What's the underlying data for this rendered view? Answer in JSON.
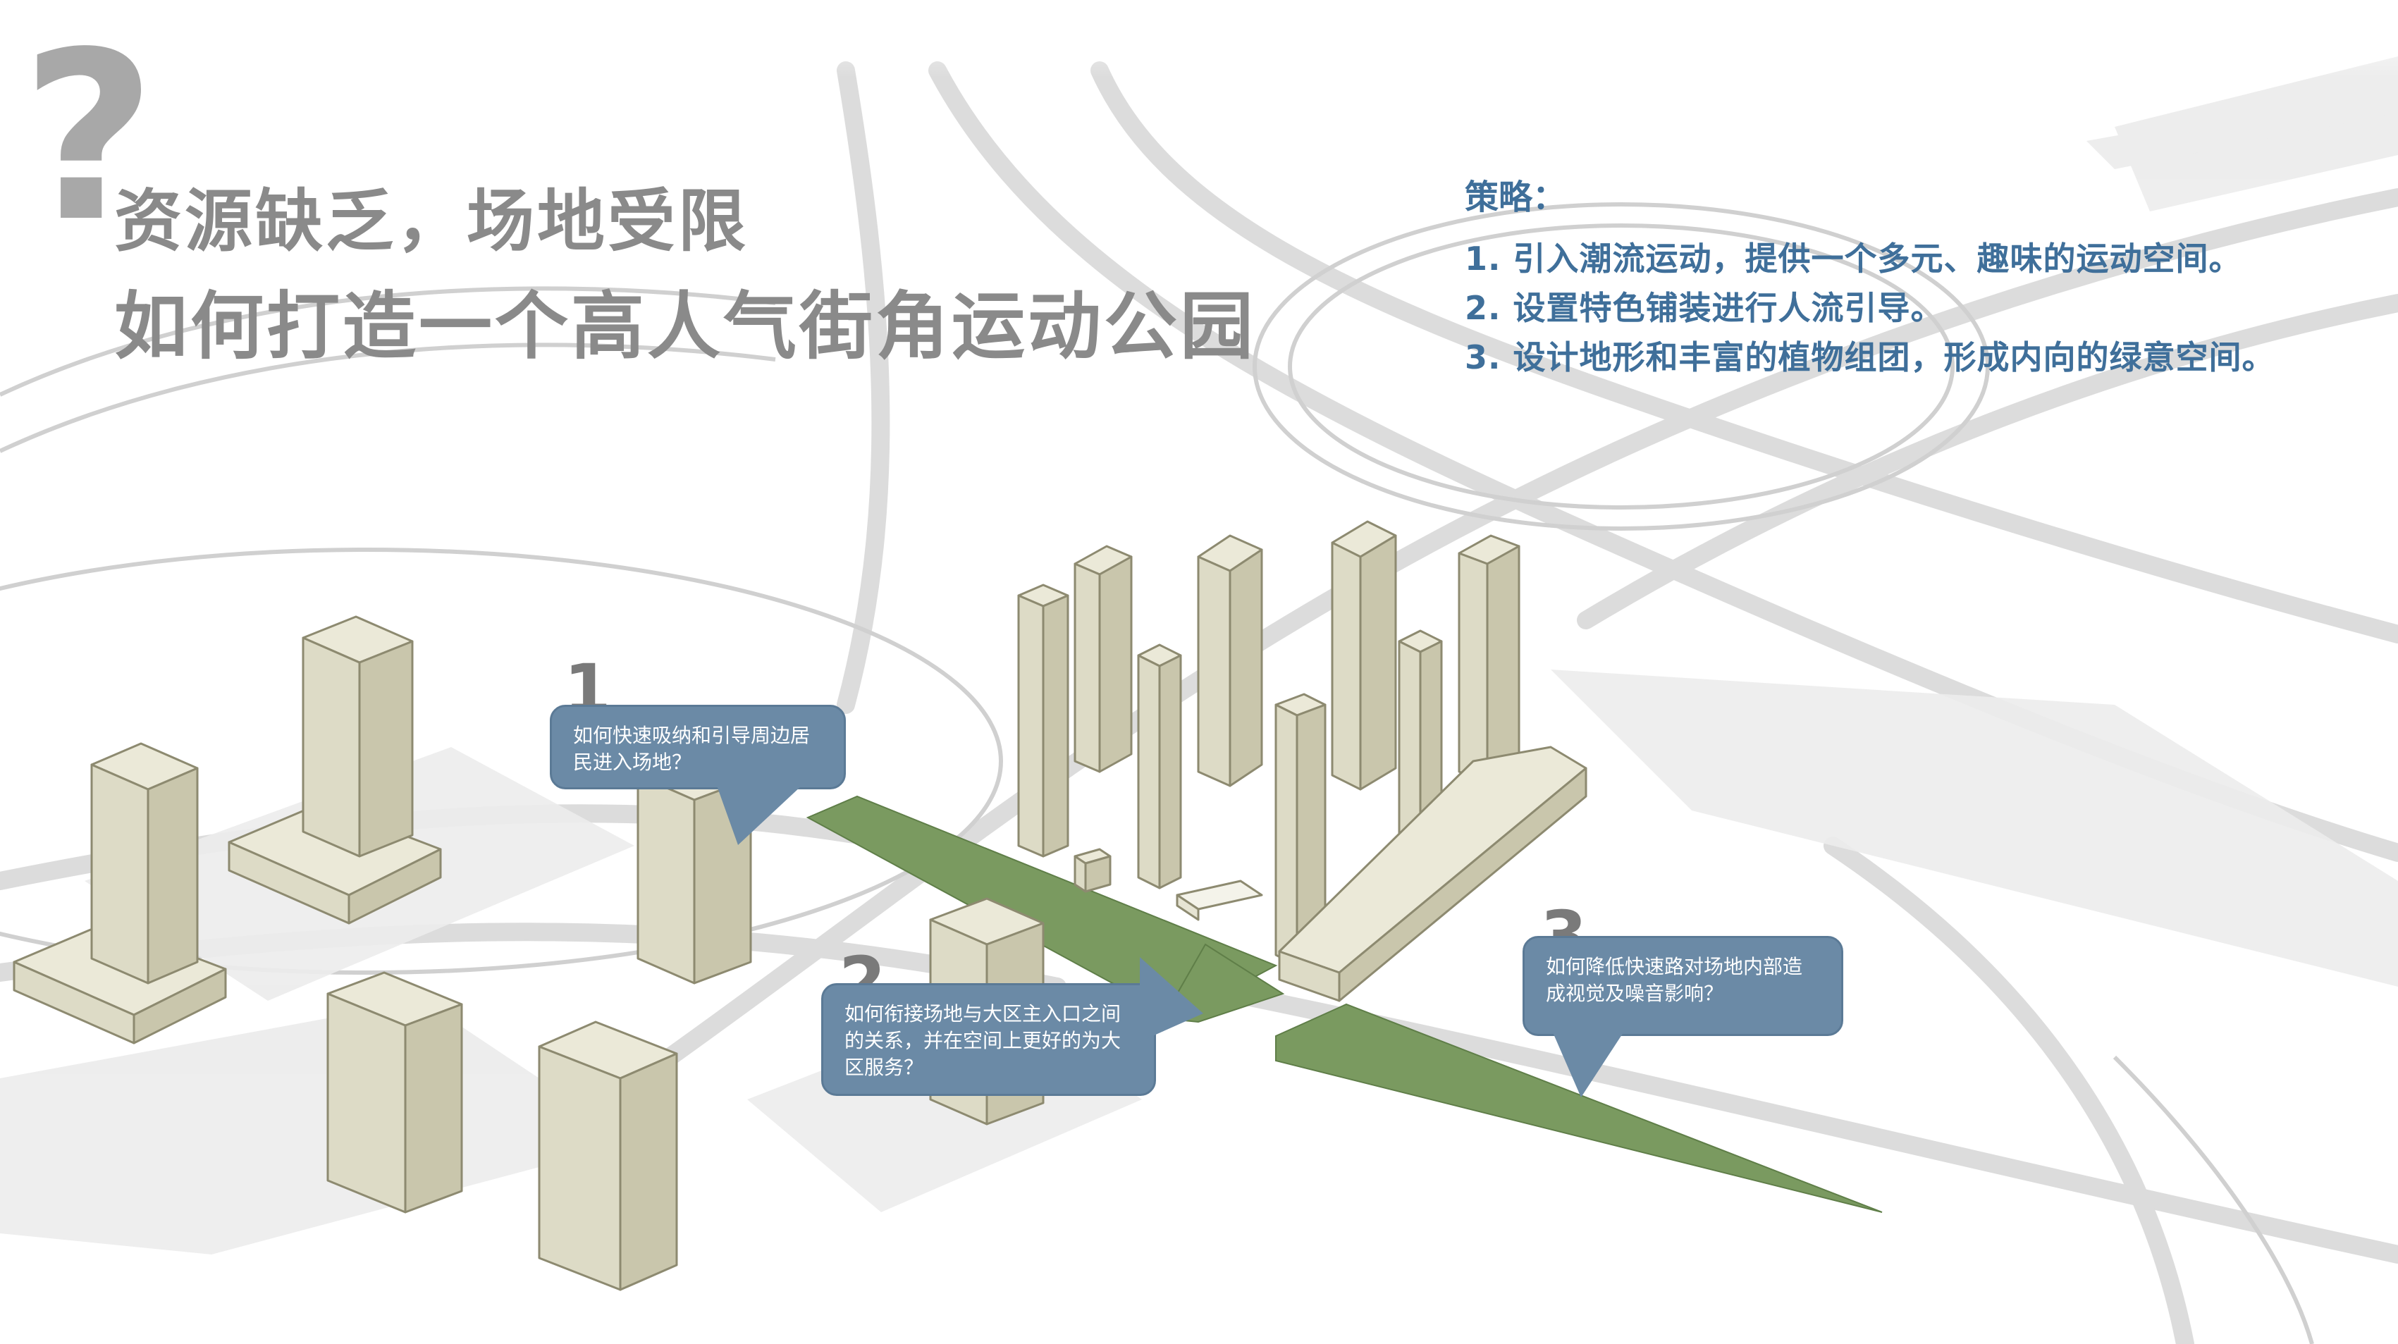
{
  "title": {
    "question_mark": "?",
    "line1": "资源缺乏，场地受限",
    "line2": "如何打造一个高人气街角运动公园"
  },
  "strategy": {
    "heading": "策略：",
    "items": [
      "1. 引入潮流运动，提供一个多元、趣味的运动空间。",
      "2. 设置特色铺装进行人流引导。",
      "3. 设计地形和丰富的植物组团，形成内向的绿意空间。"
    ]
  },
  "callouts": [
    {
      "number": "1",
      "text": "如何快速吸纳和引导周边居民进入场地？"
    },
    {
      "number": "2",
      "text": "如何衔接场地与大区主入口之间的关系，并在空间上更好的为大区服务？"
    },
    {
      "number": "3",
      "text": "如何降低快速路对场地内部造成视觉及噪音影响？"
    }
  ],
  "colors": {
    "building_front": "#dddbc6",
    "building_side": "#c9c6ac",
    "building_top": "#ebe9d8",
    "park_green": "#7a9a60",
    "bubble_fill": "#6b8aa6",
    "strategy_text": "#3f6f9a",
    "title_text": "#8a8a8a"
  }
}
